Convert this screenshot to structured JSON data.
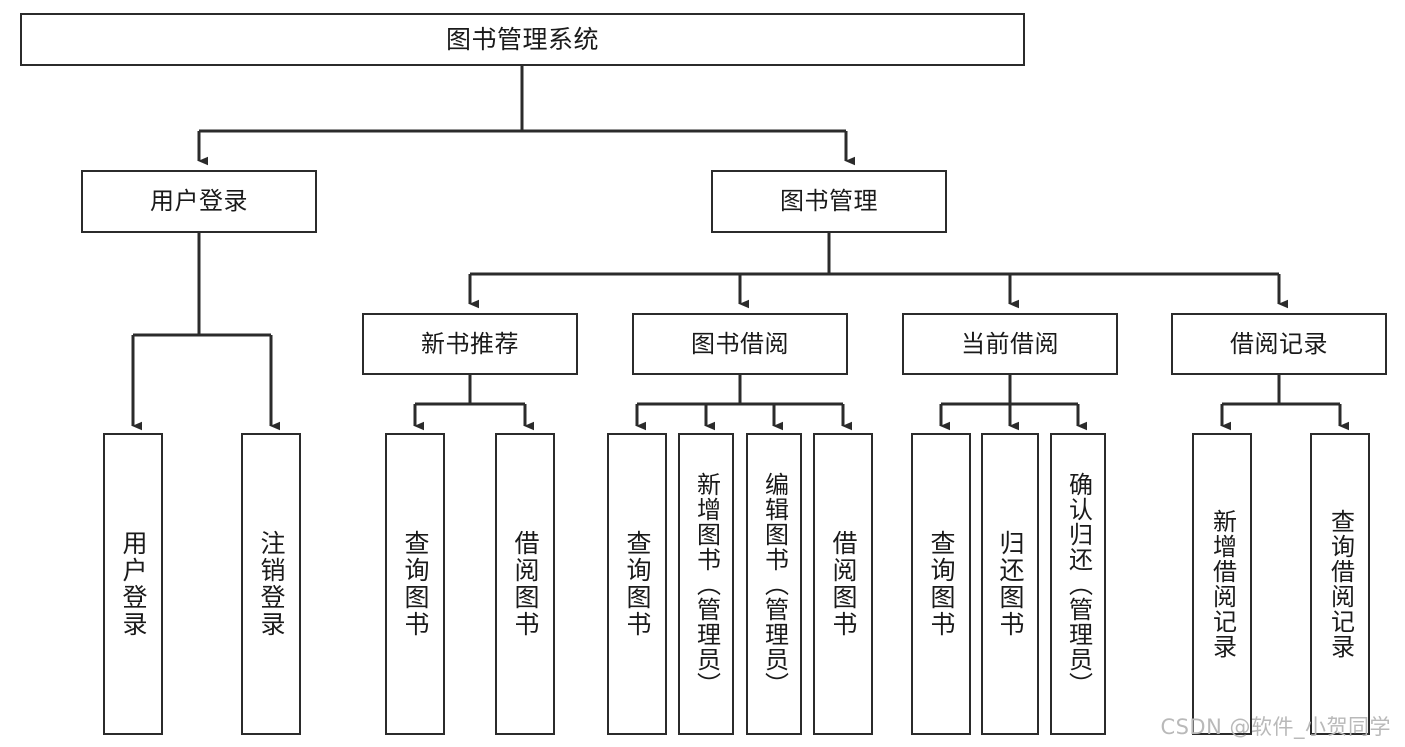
{
  "diagram": {
    "title": "图书管理系统",
    "type": "tree",
    "watermark": "CSDN @软件_小贺同学",
    "accent_color": "#2b2b2b",
    "background_color": "#ffffff",
    "levels": [
      {
        "level": 1,
        "nodes": [
          {
            "id": "root",
            "label": "图书管理系统",
            "orientation": "horizontal"
          }
        ]
      },
      {
        "level": 2,
        "nodes": [
          {
            "id": "login",
            "label": "用户登录",
            "orientation": "horizontal",
            "parent": "root"
          },
          {
            "id": "bookmgmt",
            "label": "图书管理",
            "orientation": "horizontal",
            "parent": "root"
          }
        ]
      },
      {
        "level": 3,
        "nodes": [
          {
            "id": "newbook",
            "label": "新书推荐",
            "orientation": "horizontal",
            "parent": "bookmgmt"
          },
          {
            "id": "borrow",
            "label": "图书借阅",
            "orientation": "horizontal",
            "parent": "bookmgmt"
          },
          {
            "id": "current",
            "label": "当前借阅",
            "orientation": "horizontal",
            "parent": "bookmgmt"
          },
          {
            "id": "records",
            "label": "借阅记录",
            "orientation": "horizontal",
            "parent": "bookmgmt"
          }
        ]
      },
      {
        "level": 4,
        "nodes": [
          {
            "id": "leaf1",
            "label": "用户登录",
            "orientation": "vertical",
            "parent": "login"
          },
          {
            "id": "leaf2",
            "label": "注销登录",
            "orientation": "vertical",
            "parent": "login"
          },
          {
            "id": "leaf3",
            "label": "查询图书",
            "orientation": "vertical",
            "parent": "newbook"
          },
          {
            "id": "leaf4",
            "label": "借阅图书",
            "orientation": "vertical",
            "parent": "newbook"
          },
          {
            "id": "leaf5",
            "label": "查询图书",
            "orientation": "vertical",
            "parent": "borrow"
          },
          {
            "id": "leaf6",
            "label": "新增图书（管理员）",
            "orientation": "vertical",
            "parent": "borrow"
          },
          {
            "id": "leaf7",
            "label": "编辑图书（管理员）",
            "orientation": "vertical",
            "parent": "borrow"
          },
          {
            "id": "leaf8",
            "label": "借阅图书",
            "orientation": "vertical",
            "parent": "borrow"
          },
          {
            "id": "leaf9",
            "label": "查询图书",
            "orientation": "vertical",
            "parent": "current"
          },
          {
            "id": "leaf10",
            "label": "归还图书",
            "orientation": "vertical",
            "parent": "current"
          },
          {
            "id": "leaf11",
            "label": "确认归还（管理员）",
            "orientation": "vertical",
            "parent": "current"
          },
          {
            "id": "leaf12",
            "label": "新增借阅记录",
            "orientation": "vertical",
            "parent": "records"
          },
          {
            "id": "leaf13",
            "label": "查询借阅记录",
            "orientation": "vertical",
            "parent": "records"
          }
        ]
      }
    ]
  }
}
